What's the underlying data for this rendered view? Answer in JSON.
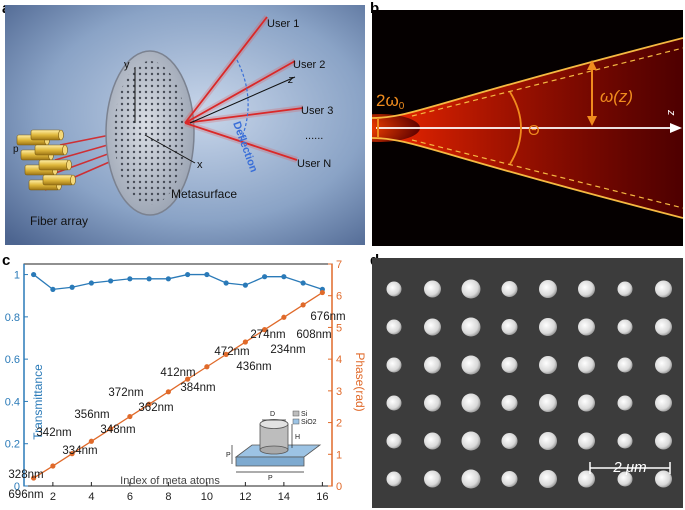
{
  "panel_letters": {
    "a": "a",
    "b": "b",
    "c": "c",
    "d": "d"
  },
  "panel_a": {
    "users": [
      "User 1",
      "User 2",
      "User 3",
      "......",
      "User N"
    ],
    "deflection_label": "Deflection",
    "metasurface_label": "Metasurface",
    "fiber_array_label": "Fiber array",
    "axis_x": "x",
    "axis_y": "y",
    "axis_z": "z",
    "pitch_label": "p",
    "colors": {
      "beam": "#d81b1b",
      "fiber": "#e0b83c",
      "background": "#8aa3c6"
    }
  },
  "panel_b": {
    "waist_label": "2ω",
    "waist_subscript": "0",
    "omega_z_label": "ω(z)",
    "theta_label": "Θ",
    "z_label": "z",
    "colors": {
      "beam_core": "#ffe680",
      "beam_edge": "#cc1a00",
      "dashed": "#f5b942",
      "arrow": "#f08c1e"
    }
  },
  "panel_c": {
    "chart_data": {
      "type": "line",
      "x": [
        1,
        2,
        3,
        4,
        5,
        6,
        7,
        8,
        9,
        10,
        11,
        12,
        13,
        14,
        15,
        16
      ],
      "xlabel": "Index of meta atoms",
      "xticks": [
        2,
        4,
        6,
        8,
        10,
        12,
        14,
        16
      ],
      "xlim": [
        0.5,
        16.5
      ],
      "series": [
        {
          "name": "Transmittance",
          "axis": "left",
          "color": "#2a7ab8",
          "values": [
            1.0,
            0.93,
            0.94,
            0.96,
            0.97,
            0.98,
            0.98,
            0.98,
            1.0,
            1.0,
            0.96,
            0.95,
            0.99,
            0.99,
            0.96,
            0.93
          ],
          "ylim": [
            0,
            1.05
          ],
          "yticks": [
            0,
            0.2,
            0.4,
            0.6,
            0.8,
            1
          ]
        },
        {
          "name": "Phase(rad)",
          "axis": "right",
          "color": "#e06a2a",
          "values": [
            0.25,
            0.63,
            1.02,
            1.41,
            1.8,
            2.19,
            2.58,
            2.97,
            3.37,
            3.76,
            4.15,
            4.54,
            4.93,
            5.32,
            5.71,
            6.1
          ],
          "ylim": [
            0,
            7
          ],
          "yticks": [
            0,
            1,
            2,
            3,
            4,
            5,
            6,
            7
          ]
        }
      ],
      "annotations": [
        "328nm",
        "696nm",
        "342nm",
        "334nm",
        "356nm",
        "348nm",
        "372nm",
        "362nm",
        "412nm",
        "384nm",
        "472nm",
        "436nm",
        "274nm",
        "234nm",
        "608nm",
        "676nm"
      ]
    },
    "inset": {
      "d": "D",
      "h": "H",
      "p_side": "P",
      "p_bottom": "P",
      "si": "Si",
      "sio2": "SiO2",
      "colors": {
        "si": "#bdbdbd",
        "sio2": "#9cc3e4"
      }
    }
  },
  "panel_d": {
    "scale_bar": "2 μm",
    "colors": {
      "bg": "#3c3c3c",
      "pillar": "#e2e2e2"
    }
  }
}
